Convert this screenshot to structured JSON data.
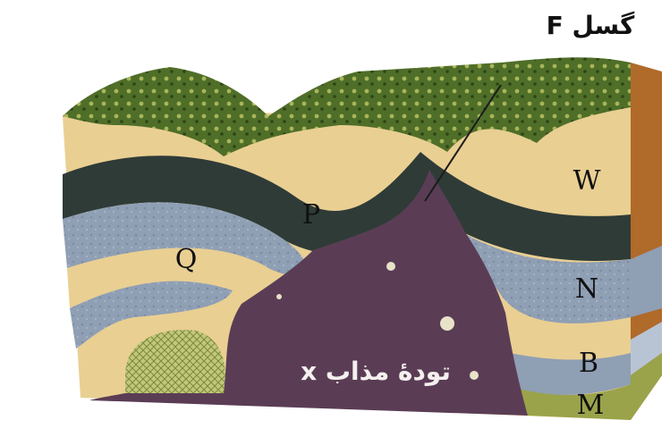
{
  "labels": {
    "fault": "گسل F",
    "magma": "تودهٔ مذاب x",
    "w": "W",
    "p": "P",
    "q": "Q",
    "n": "N",
    "b": "B",
    "m": "M"
  },
  "colors": {
    "surface_green": "#4f6e28",
    "sand_layer": "#e9cf92",
    "dark_layer": "#2f3b37",
    "blue_grey_layer": "#8f9fb4",
    "magma": "#5a3d55",
    "fold_core": "#c3c77a"
  }
}
